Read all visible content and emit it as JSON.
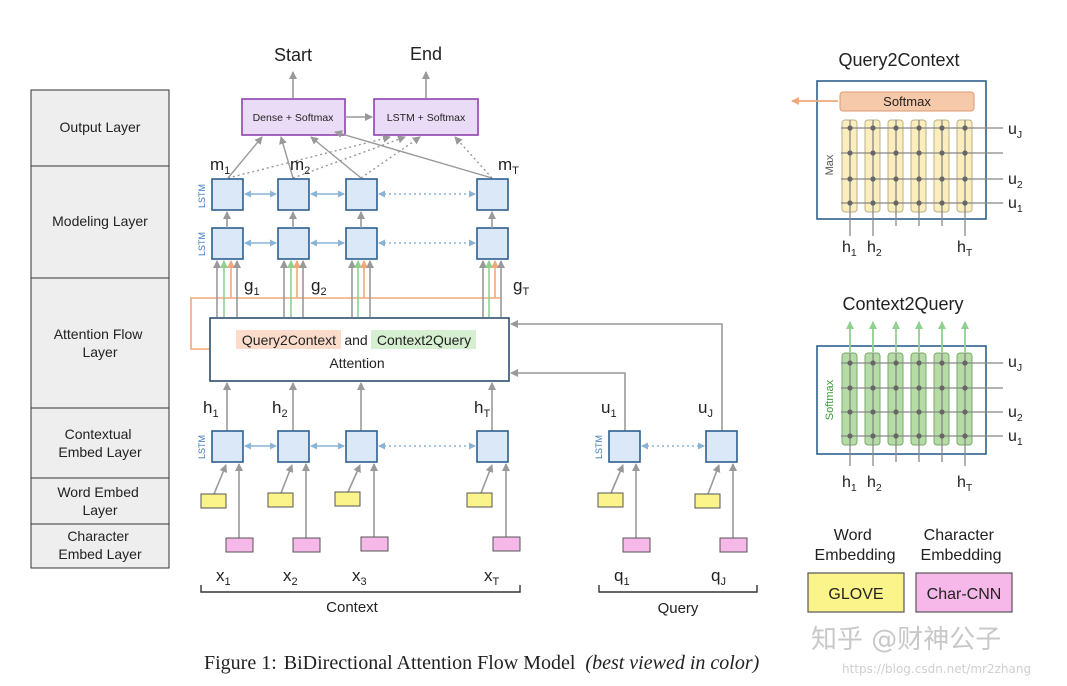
{
  "layers": [
    "Output Layer",
    "Modeling Layer",
    "Attention Flow Layer",
    "Contextual Embed Layer",
    "Word Embed Layer",
    "Character Embed Layer"
  ],
  "output": {
    "start": "Start",
    "end": "End",
    "dense_softmax": "Dense + Softmax",
    "lstm_softmax": "LSTM + Softmax"
  },
  "lstm_label": "LSTM",
  "modeling_outputs": {
    "m1_base": "m",
    "m1_sub": "1",
    "m2_base": "m",
    "m2_sub": "2",
    "mT_base": "m",
    "mT_sub": "T"
  },
  "attention_outputs": {
    "g1_base": "g",
    "g1_sub": "1",
    "g2_base": "g",
    "g2_sub": "2",
    "gT_base": "g",
    "gT_sub": "T"
  },
  "attention_box": {
    "q2c": "Query2Context",
    "and": "and",
    "c2q": "Context2Query",
    "attention": "Attention"
  },
  "context_hidden": {
    "h1_base": "h",
    "h1_sub": "1",
    "h2_base": "h",
    "h2_sub": "2",
    "hT_base": "h",
    "hT_sub": "T"
  },
  "query_hidden": {
    "u1_base": "u",
    "u1_sub": "1",
    "uJ_base": "u",
    "uJ_sub": "J"
  },
  "inputs": {
    "x1_base": "x",
    "x1_sub": "1",
    "x2_base": "x",
    "x2_sub": "2",
    "x3_base": "x",
    "x3_sub": "3",
    "xT_base": "x",
    "xT_sub": "T",
    "q1_base": "q",
    "q1_sub": "1",
    "qJ_base": "q",
    "qJ_sub": "J"
  },
  "group_labels": {
    "context": "Context",
    "query": "Query"
  },
  "q2c_panel": {
    "title": "Query2Context",
    "softmax": "Softmax",
    "max": "Max",
    "u_labels": [
      {
        "base": "u",
        "sub": "J"
      },
      {
        "base": "u",
        "sub": "2"
      },
      {
        "base": "u",
        "sub": "1"
      }
    ],
    "h_labels": [
      {
        "base": "h",
        "sub": "1"
      },
      {
        "base": "h",
        "sub": "2"
      },
      {
        "base": "h",
        "sub": "T"
      }
    ]
  },
  "c2q_panel": {
    "title": "Context2Query",
    "softmax": "Softmax",
    "u_labels": [
      {
        "base": "u",
        "sub": "J"
      },
      {
        "base": "u",
        "sub": "2"
      },
      {
        "base": "u",
        "sub": "1"
      }
    ],
    "h_labels": [
      {
        "base": "h",
        "sub": "1"
      },
      {
        "base": "h",
        "sub": "2"
      },
      {
        "base": "h",
        "sub": "T"
      }
    ]
  },
  "legend": {
    "word_embedding": [
      "Word",
      "Embedding"
    ],
    "character_embedding": [
      "Character",
      "Embedding"
    ],
    "glove": "GLOVE",
    "char_cnn": "Char-CNN"
  },
  "caption": {
    "prefix": "Figure 1:",
    "title": "BiDirectional Attention Flow Model",
    "note": "(best viewed in color)"
  },
  "watermark": {
    "main": "知乎 @财神公子",
    "url": "https://blog.csdn.net/mr2zhang"
  },
  "colors": {
    "lstm_fill": "#dae8f8",
    "lstm_stroke": "#2e5f8e",
    "output_fill": "#eadcf6",
    "output_stroke": "#8e44ad",
    "glove": "#fbf48a",
    "char_cnn": "#f5b8e8",
    "orange": "#f0a878",
    "green": "#8fd08f",
    "arrow_gray": "#999999"
  }
}
